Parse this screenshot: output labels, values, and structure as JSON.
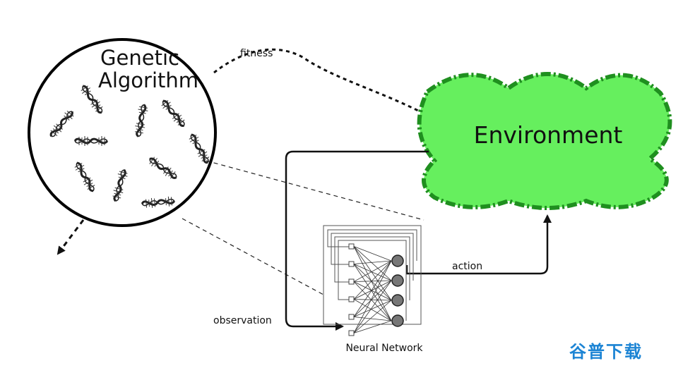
{
  "labels": {
    "genetic_line1": "Genetic",
    "genetic_line2": "Algorithm",
    "fitness": "fitness",
    "environment": "Environment",
    "action": "action",
    "observation": "observation",
    "neural_network": "Neural Network"
  },
  "watermark": "谷普下载",
  "colors": {
    "environment_fill": "#66ef5e",
    "environment_border": "#1f8f1f",
    "line": "#111111",
    "watermark": "#1c84d4"
  },
  "icons": {
    "dna": "dna-helix-icon",
    "neuron_input": "square-node-icon",
    "neuron_output": "circle-node-icon"
  }
}
